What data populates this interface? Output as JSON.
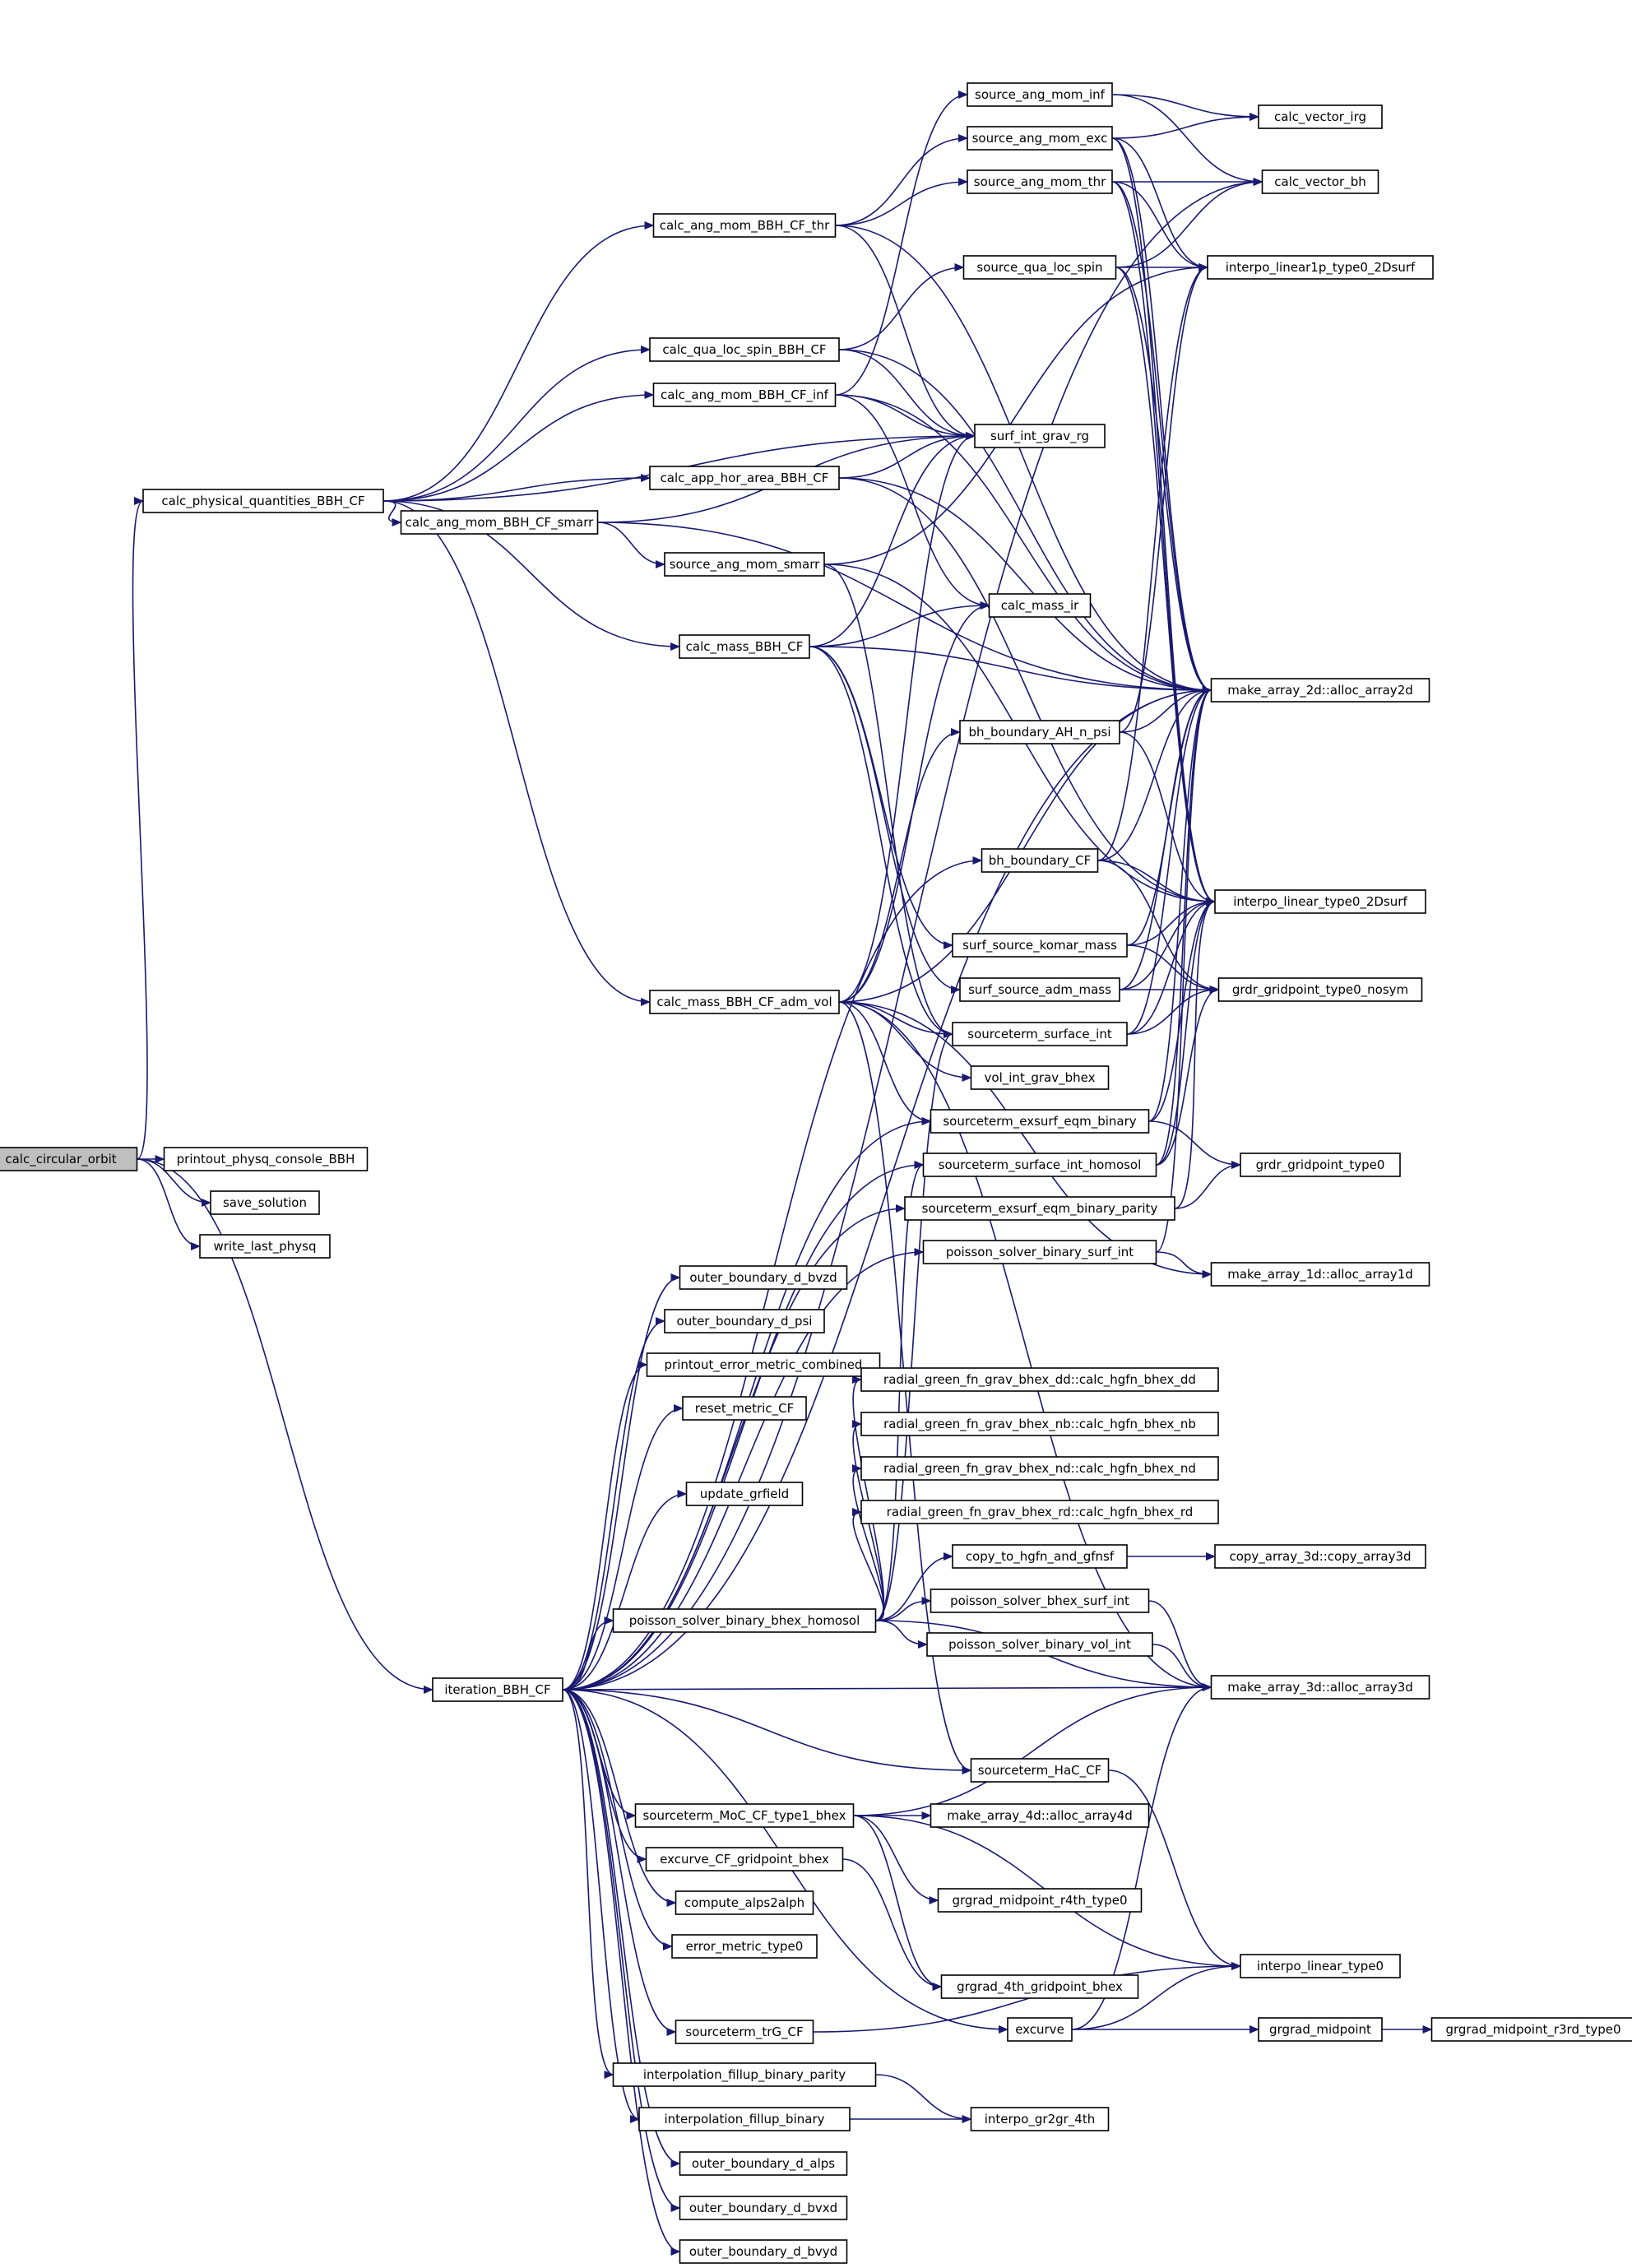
{
  "graph": {
    "title": "",
    "colors": {
      "edge": "#191970",
      "node_border": "#000000",
      "root_fill": "#bfbfbf",
      "node_fill": "#ffffff"
    },
    "nodes": [
      {
        "id": "calc_circular_orbit",
        "label": "calc_circular_orbit",
        "root": true
      },
      {
        "id": "printout_physq_console_BBH",
        "label": "printout_physq_console_BBH"
      },
      {
        "id": "save_solution",
        "label": "save_solution"
      },
      {
        "id": "write_last_physq",
        "label": "write_last_physq"
      },
      {
        "id": "calc_physical_quantities_BBH_CF",
        "label": "calc_physical_quantities_BBH_CF"
      },
      {
        "id": "iteration_BBH_CF",
        "label": "iteration_BBH_CF"
      },
      {
        "id": "calc_ang_mom_BBH_CF_thr",
        "label": "calc_ang_mom_BBH_CF_thr"
      },
      {
        "id": "calc_qua_loc_spin_BBH_CF",
        "label": "calc_qua_loc_spin_BBH_CF"
      },
      {
        "id": "calc_ang_mom_BBH_CF_inf",
        "label": "calc_ang_mom_BBH_CF_inf"
      },
      {
        "id": "calc_app_hor_area_BBH_CF",
        "label": "calc_app_hor_area_BBH_CF"
      },
      {
        "id": "calc_ang_mom_BBH_CF_smarr",
        "label": "calc_ang_mom_BBH_CF_smarr"
      },
      {
        "id": "source_ang_mom_smarr",
        "label": "source_ang_mom_smarr"
      },
      {
        "id": "calc_mass_BBH_CF",
        "label": "calc_mass_BBH_CF"
      },
      {
        "id": "calc_mass_BBH_CF_adm_vol",
        "label": "calc_mass_BBH_CF_adm_vol"
      },
      {
        "id": "source_ang_mom_inf",
        "label": "source_ang_mom_inf"
      },
      {
        "id": "source_ang_mom_exc",
        "label": "source_ang_mom_exc"
      },
      {
        "id": "source_ang_mom_thr",
        "label": "source_ang_mom_thr"
      },
      {
        "id": "source_qua_loc_spin",
        "label": "source_qua_loc_spin"
      },
      {
        "id": "surf_int_grav_rg",
        "label": "surf_int_grav_rg"
      },
      {
        "id": "calc_mass_ir",
        "label": "calc_mass_ir"
      },
      {
        "id": "bh_boundary_AH_n_psi",
        "label": "bh_boundary_AH_n_psi"
      },
      {
        "id": "bh_boundary_CF",
        "label": "bh_boundary_CF"
      },
      {
        "id": "surf_source_komar_mass",
        "label": "surf_source_komar_mass"
      },
      {
        "id": "surf_source_adm_mass",
        "label": "surf_source_adm_mass"
      },
      {
        "id": "sourceterm_surface_int",
        "label": "sourceterm_surface_int"
      },
      {
        "id": "vol_int_grav_bhex",
        "label": "vol_int_grav_bhex"
      },
      {
        "id": "sourceterm_exsurf_eqm_binary",
        "label": "sourceterm_exsurf_eqm_binary"
      },
      {
        "id": "sourceterm_surface_int_homosol",
        "label": "sourceterm_surface_int_homosol"
      },
      {
        "id": "sourceterm_exsurf_eqm_binary_parity",
        "label": "sourceterm_exsurf_eqm_binary_parity"
      },
      {
        "id": "poisson_solver_binary_surf_int",
        "label": "poisson_solver_binary_surf_int"
      },
      {
        "id": "calc_vector_irg",
        "label": "calc_vector_irg"
      },
      {
        "id": "calc_vector_bh",
        "label": "calc_vector_bh"
      },
      {
        "id": "interpo_linear1p_type0_2Dsurf",
        "label": "interpo_linear1p_type0_2Dsurf"
      },
      {
        "id": "make_array_2d",
        "label": "make_array_2d::alloc_array2d"
      },
      {
        "id": "interpo_linear_type0_2Dsurf",
        "label": "interpo_linear_type0_2Dsurf"
      },
      {
        "id": "grdr_gridpoint_type0_nosym",
        "label": "grdr_gridpoint_type0_nosym"
      },
      {
        "id": "grdr_gridpoint_type0",
        "label": "grdr_gridpoint_type0"
      },
      {
        "id": "make_array_1d",
        "label": "make_array_1d::alloc_array1d"
      },
      {
        "id": "outer_boundary_d_bvzd",
        "label": "outer_boundary_d_bvzd"
      },
      {
        "id": "outer_boundary_d_psi",
        "label": "outer_boundary_d_psi"
      },
      {
        "id": "printout_error_metric_combined",
        "label": "printout_error_metric_combined"
      },
      {
        "id": "reset_metric_CF",
        "label": "reset_metric_CF"
      },
      {
        "id": "update_grfield",
        "label": "update_grfield"
      },
      {
        "id": "poisson_solver_binary_bhex_homosol",
        "label": "poisson_solver_binary_bhex_homosol"
      },
      {
        "id": "rg_dd",
        "label": "radial_green_fn_grav_bhex_dd::calc_hgfn_bhex_dd"
      },
      {
        "id": "rg_nb",
        "label": "radial_green_fn_grav_bhex_nb::calc_hgfn_bhex_nb"
      },
      {
        "id": "rg_nd",
        "label": "radial_green_fn_grav_bhex_nd::calc_hgfn_bhex_nd"
      },
      {
        "id": "rg_rd",
        "label": "radial_green_fn_grav_bhex_rd::calc_hgfn_bhex_rd"
      },
      {
        "id": "copy_to_hgfn_and_gfnsf",
        "label": "copy_to_hgfn_and_gfnsf"
      },
      {
        "id": "copy_array_3d",
        "label": "copy_array_3d::copy_array3d"
      },
      {
        "id": "poisson_solver_bhex_surf_int",
        "label": "poisson_solver_bhex_surf_int"
      },
      {
        "id": "poisson_solver_binary_vol_int",
        "label": "poisson_solver_binary_vol_int"
      },
      {
        "id": "make_array_3d",
        "label": "make_array_3d::alloc_array3d"
      },
      {
        "id": "sourceterm_HaC_CF",
        "label": "sourceterm_HaC_CF"
      },
      {
        "id": "sourceterm_MoC_CF_type1_bhex",
        "label": "sourceterm_MoC_CF_type1_bhex"
      },
      {
        "id": "make_array_4d",
        "label": "make_array_4d::alloc_array4d"
      },
      {
        "id": "excurve_CF_gridpoint_bhex",
        "label": "excurve_CF_gridpoint_bhex"
      },
      {
        "id": "grgrad_midpoint_r4th_type0",
        "label": "grgrad_midpoint_r4th_type0"
      },
      {
        "id": "compute_alps2alph",
        "label": "compute_alps2alph"
      },
      {
        "id": "error_metric_type0",
        "label": "error_metric_type0"
      },
      {
        "id": "grgrad_4th_gridpoint_bhex",
        "label": "grgrad_4th_gridpoint_bhex"
      },
      {
        "id": "interpo_linear_type0",
        "label": "interpo_linear_type0"
      },
      {
        "id": "excurve",
        "label": "excurve"
      },
      {
        "id": "grgrad_midpoint",
        "label": "grgrad_midpoint"
      },
      {
        "id": "grgrad_midpoint_r3rd_type0",
        "label": "grgrad_midpoint_r3rd_type0"
      },
      {
        "id": "sourceterm_trG_CF",
        "label": "sourceterm_trG_CF"
      },
      {
        "id": "interpolation_fillup_binary_parity",
        "label": "interpolation_fillup_binary_parity"
      },
      {
        "id": "interpolation_fillup_binary",
        "label": "interpolation_fillup_binary"
      },
      {
        "id": "interpo_gr2gr_4th",
        "label": "interpo_gr2gr_4th"
      },
      {
        "id": "outer_boundary_d_alps",
        "label": "outer_boundary_d_alps"
      },
      {
        "id": "outer_boundary_d_bvxd",
        "label": "outer_boundary_d_bvxd"
      },
      {
        "id": "outer_boundary_d_bvyd",
        "label": "outer_boundary_d_bvyd"
      }
    ],
    "edges": [
      [
        "calc_circular_orbit",
        "calc_physical_quantities_BBH_CF"
      ],
      [
        "calc_circular_orbit",
        "iteration_BBH_CF"
      ],
      [
        "calc_circular_orbit",
        "printout_physq_console_BBH"
      ],
      [
        "calc_circular_orbit",
        "save_solution"
      ],
      [
        "calc_circular_orbit",
        "write_last_physq"
      ],
      [
        "calc_physical_quantities_BBH_CF",
        "calc_ang_mom_BBH_CF_thr"
      ],
      [
        "calc_physical_quantities_BBH_CF",
        "calc_qua_loc_spin_BBH_CF"
      ],
      [
        "calc_physical_quantities_BBH_CF",
        "calc_ang_mom_BBH_CF_inf"
      ],
      [
        "calc_physical_quantities_BBH_CF",
        "calc_app_hor_area_BBH_CF"
      ],
      [
        "calc_physical_quantities_BBH_CF",
        "calc_ang_mom_BBH_CF_smarr"
      ],
      [
        "calc_physical_quantities_BBH_CF",
        "calc_mass_BBH_CF"
      ],
      [
        "calc_physical_quantities_BBH_CF",
        "calc_mass_BBH_CF_adm_vol"
      ],
      [
        "calc_physical_quantities_BBH_CF",
        "surf_int_grav_rg"
      ],
      [
        "calc_ang_mom_BBH_CF_thr",
        "source_ang_mom_exc"
      ],
      [
        "calc_ang_mom_BBH_CF_thr",
        "source_ang_mom_thr"
      ],
      [
        "calc_ang_mom_BBH_CF_thr",
        "surf_int_grav_rg"
      ],
      [
        "calc_ang_mom_BBH_CF_thr",
        "make_array_2d"
      ],
      [
        "calc_qua_loc_spin_BBH_CF",
        "source_qua_loc_spin"
      ],
      [
        "calc_qua_loc_spin_BBH_CF",
        "surf_int_grav_rg"
      ],
      [
        "calc_qua_loc_spin_BBH_CF",
        "make_array_2d"
      ],
      [
        "calc_ang_mom_BBH_CF_inf",
        "source_ang_mom_inf"
      ],
      [
        "calc_ang_mom_BBH_CF_inf",
        "surf_int_grav_rg"
      ],
      [
        "calc_ang_mom_BBH_CF_inf",
        "calc_mass_ir"
      ],
      [
        "calc_ang_mom_BBH_CF_inf",
        "make_array_2d"
      ],
      [
        "calc_app_hor_area_BBH_CF",
        "surf_int_grav_rg"
      ],
      [
        "calc_app_hor_area_BBH_CF",
        "make_array_2d"
      ],
      [
        "calc_app_hor_area_BBH_CF",
        "interpo_linear_type0_2Dsurf"
      ],
      [
        "calc_ang_mom_BBH_CF_smarr",
        "source_ang_mom_smarr"
      ],
      [
        "calc_ang_mom_BBH_CF_smarr",
        "surf_int_grav_rg"
      ],
      [
        "calc_ang_mom_BBH_CF_smarr",
        "make_array_2d"
      ],
      [
        "source_ang_mom_smarr",
        "interpo_linear1p_type0_2Dsurf"
      ],
      [
        "source_ang_mom_smarr",
        "interpo_linear_type0_2Dsurf"
      ],
      [
        "source_ang_mom_smarr",
        "sourceterm_surface_int"
      ],
      [
        "calc_mass_BBH_CF",
        "calc_mass_ir"
      ],
      [
        "calc_mass_BBH_CF",
        "surf_int_grav_rg"
      ],
      [
        "calc_mass_BBH_CF",
        "make_array_2d"
      ],
      [
        "calc_mass_BBH_CF",
        "surf_source_komar_mass"
      ],
      [
        "calc_mass_BBH_CF",
        "surf_source_adm_mass"
      ],
      [
        "calc_mass_BBH_CF",
        "sourceterm_surface_int"
      ],
      [
        "calc_mass_BBH_CF_adm_vol",
        "surf_int_grav_rg"
      ],
      [
        "calc_mass_BBH_CF_adm_vol",
        "calc_mass_ir"
      ],
      [
        "calc_mass_BBH_CF_adm_vol",
        "bh_boundary_AH_n_psi"
      ],
      [
        "calc_mass_BBH_CF_adm_vol",
        "make_array_2d"
      ],
      [
        "calc_mass_BBH_CF_adm_vol",
        "sourceterm_surface_int"
      ],
      [
        "calc_mass_BBH_CF_adm_vol",
        "vol_int_grav_bhex"
      ],
      [
        "calc_mass_BBH_CF_adm_vol",
        "sourceterm_exsurf_eqm_binary"
      ],
      [
        "calc_mass_BBH_CF_adm_vol",
        "make_array_3d"
      ],
      [
        "calc_mass_BBH_CF_adm_vol",
        "sourceterm_HaC_CF"
      ],
      [
        "calc_mass_BBH_CF_adm_vol",
        "make_array_1d"
      ],
      [
        "source_ang_mom_inf",
        "calc_vector_irg"
      ],
      [
        "source_ang_mom_inf",
        "calc_vector_bh"
      ],
      [
        "source_ang_mom_exc",
        "calc_vector_irg"
      ],
      [
        "source_ang_mom_exc",
        "interpo_linear1p_type0_2Dsurf"
      ],
      [
        "source_ang_mom_exc",
        "make_array_2d"
      ],
      [
        "source_ang_mom_exc",
        "interpo_linear_type0_2Dsurf"
      ],
      [
        "source_ang_mom_thr",
        "calc_vector_bh"
      ],
      [
        "source_ang_mom_thr",
        "interpo_linear1p_type0_2Dsurf"
      ],
      [
        "source_ang_mom_thr",
        "make_array_2d"
      ],
      [
        "source_ang_mom_thr",
        "interpo_linear_type0_2Dsurf"
      ],
      [
        "source_qua_loc_spin",
        "calc_vector_bh"
      ],
      [
        "source_qua_loc_spin",
        "interpo_linear1p_type0_2Dsurf"
      ],
      [
        "source_qua_loc_spin",
        "make_array_2d"
      ],
      [
        "source_qua_loc_spin",
        "interpo_linear_type0_2Dsurf"
      ],
      [
        "bh_boundary_AH_n_psi",
        "make_array_2d"
      ],
      [
        "bh_boundary_AH_n_psi",
        "interpo_linear_type0_2Dsurf"
      ],
      [
        "bh_boundary_AH_n_psi",
        "interpo_linear1p_type0_2Dsurf"
      ],
      [
        "bh_boundary_CF",
        "interpo_linear1p_type0_2Dsurf"
      ],
      [
        "bh_boundary_CF",
        "make_array_2d"
      ],
      [
        "bh_boundary_CF",
        "interpo_linear_type0_2Dsurf"
      ],
      [
        "bh_boundary_CF",
        "grdr_gridpoint_type0_nosym"
      ],
      [
        "surf_source_komar_mass",
        "make_array_2d"
      ],
      [
        "surf_source_komar_mass",
        "interpo_linear_type0_2Dsurf"
      ],
      [
        "surf_source_komar_mass",
        "grdr_gridpoint_type0_nosym"
      ],
      [
        "surf_source_adm_mass",
        "make_array_2d"
      ],
      [
        "surf_source_adm_mass",
        "interpo_linear_type0_2Dsurf"
      ],
      [
        "surf_source_adm_mass",
        "grdr_gridpoint_type0_nosym"
      ],
      [
        "sourceterm_surface_int",
        "make_array_2d"
      ],
      [
        "sourceterm_surface_int",
        "interpo_linear_type0_2Dsurf"
      ],
      [
        "sourceterm_surface_int",
        "grdr_gridpoint_type0_nosym"
      ],
      [
        "sourceterm_exsurf_eqm_binary",
        "make_array_2d"
      ],
      [
        "sourceterm_exsurf_eqm_binary",
        "interpo_linear_type0_2Dsurf"
      ],
      [
        "sourceterm_exsurf_eqm_binary",
        "grdr_gridpoint_type0"
      ],
      [
        "sourceterm_surface_int_homosol",
        "make_array_2d"
      ],
      [
        "sourceterm_surface_int_homosol",
        "interpo_linear_type0_2Dsurf"
      ],
      [
        "sourceterm_surface_int_homosol",
        "grdr_gridpoint_type0_nosym"
      ],
      [
        "sourceterm_exsurf_eqm_binary_parity",
        "interpo_linear_type0_2Dsurf"
      ],
      [
        "sourceterm_exsurf_eqm_binary_parity",
        "grdr_gridpoint_type0"
      ],
      [
        "poisson_solver_binary_surf_int",
        "make_array_1d"
      ],
      [
        "poisson_solver_binary_surf_int",
        "make_array_2d"
      ],
      [
        "iteration_BBH_CF",
        "calc_vector_bh"
      ],
      [
        "iteration_BBH_CF",
        "make_array_2d"
      ],
      [
        "iteration_BBH_CF",
        "bh_boundary_CF"
      ],
      [
        "iteration_BBH_CF",
        "outer_boundary_d_bvzd"
      ],
      [
        "iteration_BBH_CF",
        "outer_boundary_d_psi"
      ],
      [
        "iteration_BBH_CF",
        "printout_error_metric_combined"
      ],
      [
        "iteration_BBH_CF",
        "reset_metric_CF"
      ],
      [
        "iteration_BBH_CF",
        "update_grfield"
      ],
      [
        "iteration_BBH_CF",
        "poisson_solver_binary_bhex_homosol"
      ],
      [
        "iteration_BBH_CF",
        "sourceterm_exsurf_eqm_binary"
      ],
      [
        "iteration_BBH_CF",
        "sourceterm_surface_int_homosol"
      ],
      [
        "iteration_BBH_CF",
        "sourceterm_exsurf_eqm_binary_parity"
      ],
      [
        "iteration_BBH_CF",
        "poisson_solver_binary_surf_int"
      ],
      [
        "iteration_BBH_CF",
        "make_array_3d"
      ],
      [
        "iteration_BBH_CF",
        "sourceterm_HaC_CF"
      ],
      [
        "iteration_BBH_CF",
        "sourceterm_MoC_CF_type1_bhex"
      ],
      [
        "iteration_BBH_CF",
        "excurve_CF_gridpoint_bhex"
      ],
      [
        "iteration_BBH_CF",
        "compute_alps2alph"
      ],
      [
        "iteration_BBH_CF",
        "error_metric_type0"
      ],
      [
        "iteration_BBH_CF",
        "excurve"
      ],
      [
        "iteration_BBH_CF",
        "sourceterm_trG_CF"
      ],
      [
        "iteration_BBH_CF",
        "interpolation_fillup_binary_parity"
      ],
      [
        "iteration_BBH_CF",
        "interpolation_fillup_binary"
      ],
      [
        "iteration_BBH_CF",
        "outer_boundary_d_alps"
      ],
      [
        "iteration_BBH_CF",
        "outer_boundary_d_bvxd"
      ],
      [
        "iteration_BBH_CF",
        "outer_boundary_d_bvyd"
      ],
      [
        "poisson_solver_binary_bhex_homosol",
        "sourceterm_surface_int"
      ],
      [
        "poisson_solver_binary_bhex_homosol",
        "sourceterm_surface_int_homosol"
      ],
      [
        "poisson_solver_binary_bhex_homosol",
        "rg_dd"
      ],
      [
        "poisson_solver_binary_bhex_homosol",
        "rg_nb"
      ],
      [
        "poisson_solver_binary_bhex_homosol",
        "rg_nd"
      ],
      [
        "poisson_solver_binary_bhex_homosol",
        "rg_rd"
      ],
      [
        "poisson_solver_binary_bhex_homosol",
        "copy_to_hgfn_and_gfnsf"
      ],
      [
        "poisson_solver_binary_bhex_homosol",
        "poisson_solver_bhex_surf_int"
      ],
      [
        "poisson_solver_binary_bhex_homosol",
        "poisson_solver_binary_vol_int"
      ],
      [
        "poisson_solver_binary_bhex_homosol",
        "make_array_3d"
      ],
      [
        "copy_to_hgfn_and_gfnsf",
        "copy_array_3d"
      ],
      [
        "poisson_solver_bhex_surf_int",
        "make_array_3d"
      ],
      [
        "poisson_solver_binary_vol_int",
        "make_array_3d"
      ],
      [
        "sourceterm_HaC_CF",
        "interpo_linear_type0"
      ],
      [
        "sourceterm_MoC_CF_type1_bhex",
        "make_array_4d"
      ],
      [
        "sourceterm_MoC_CF_type1_bhex",
        "make_array_3d"
      ],
      [
        "sourceterm_MoC_CF_type1_bhex",
        "grgrad_midpoint_r4th_type0"
      ],
      [
        "sourceterm_MoC_CF_type1_bhex",
        "grgrad_4th_gridpoint_bhex"
      ],
      [
        "sourceterm_MoC_CF_type1_bhex",
        "interpo_linear_type0"
      ],
      [
        "excurve_CF_gridpoint_bhex",
        "grgrad_4th_gridpoint_bhex"
      ],
      [
        "excurve",
        "interpo_linear_type0"
      ],
      [
        "excurve",
        "grgrad_midpoint"
      ],
      [
        "excurve",
        "make_array_3d"
      ],
      [
        "grgrad_midpoint",
        "grgrad_midpoint_r3rd_type0"
      ],
      [
        "sourceterm_trG_CF",
        "interpo_linear_type0"
      ],
      [
        "interpolation_fillup_binary_parity",
        "interpo_gr2gr_4th"
      ],
      [
        "interpolation_fillup_binary",
        "interpo_gr2gr_4th"
      ]
    ]
  }
}
